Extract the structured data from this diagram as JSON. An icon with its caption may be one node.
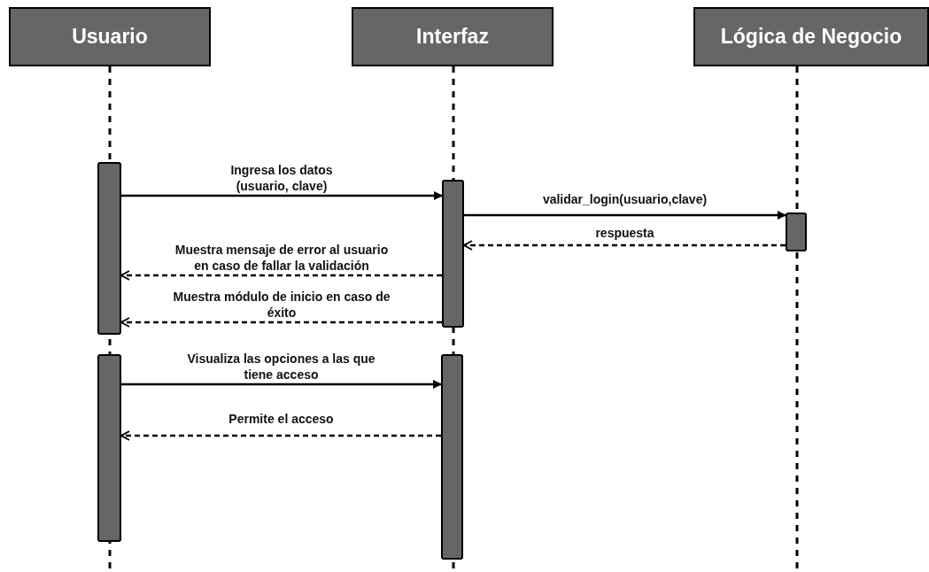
{
  "diagram": {
    "nodes": [
      {
        "text": [
          "Usuario"
        ]
      },
      {
        "text": [
          "Interfaz"
        ]
      },
      {
        "text": [
          "Lógica de Negocio"
        ]
      },
      {
        "text": [],
        "shape": "bar"
      },
      {
        "text": [],
        "shape": "bar"
      },
      {
        "text": [],
        "shape": "bar"
      },
      {
        "text": [],
        "shape": "bar"
      },
      {
        "text": [],
        "shape": "bar"
      }
    ],
    "edges": [
      {
        "from": 3,
        "to": 4,
        "arrow": "to",
        "label": "Ingresa los datos (usuario, clave)"
      },
      {
        "from": 4,
        "to": 5,
        "arrow": "to",
        "label": "validar_login(usuario,clave)"
      },
      {
        "from": 5,
        "to": 4,
        "arrow": "to",
        "label": "respuesta",
        "style": "dashed"
      },
      {
        "from": 4,
        "to": 3,
        "arrow": "to",
        "label": "Muestra mensaje de error al usuario en caso de fallar la validación",
        "style": "dashed"
      },
      {
        "from": 4,
        "to": 3,
        "arrow": "to",
        "label": "Muestra módulo de inicio en caso de éxito",
        "style": "dashed"
      },
      {
        "from": 6,
        "to": 7,
        "arrow": "to",
        "label": "Visualiza las opciones a las que tiene acceso"
      },
      {
        "from": 7,
        "to": 6,
        "arrow": "to",
        "label": "Permite el acceso",
        "style": "dashed"
      }
    ]
  }
}
